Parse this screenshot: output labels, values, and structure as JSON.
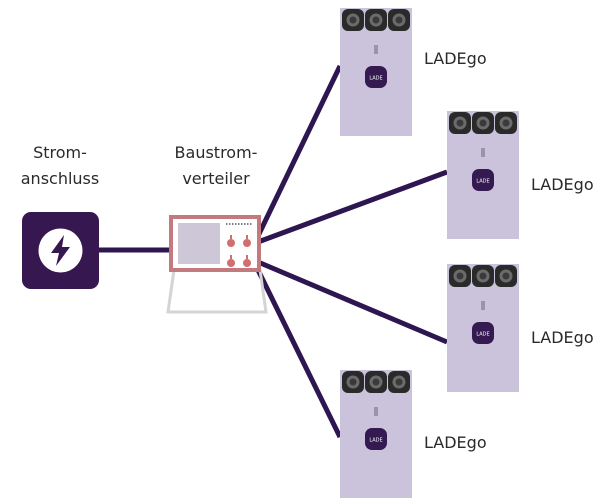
{
  "power_connection": {
    "label_line1": "Strom-",
    "label_line2": "anschluss",
    "icon": "lightning-bolt-icon"
  },
  "distributor": {
    "label_line1": "Baustrom-",
    "label_line2": "verteiler"
  },
  "chargers": [
    {
      "label": "LADEgo",
      "logo_text": "LADE"
    },
    {
      "label": "LADEgo",
      "logo_text": "LADE"
    },
    {
      "label": "LADEgo",
      "logo_text": "LADE"
    },
    {
      "label": "LADEgo",
      "logo_text": "LADE"
    }
  ],
  "colors": {
    "cable": "#2e1650",
    "power_box": "#36174f",
    "distributor_frame": "#c27a7e",
    "distributor_screen": "#cdc7d8",
    "distributor_socket": "#d16e6e",
    "stand": "#d4d4d4",
    "charger_body": "#cbc3dc",
    "charger_socket": "#2a2a2a",
    "charger_logo": "#351a52"
  }
}
